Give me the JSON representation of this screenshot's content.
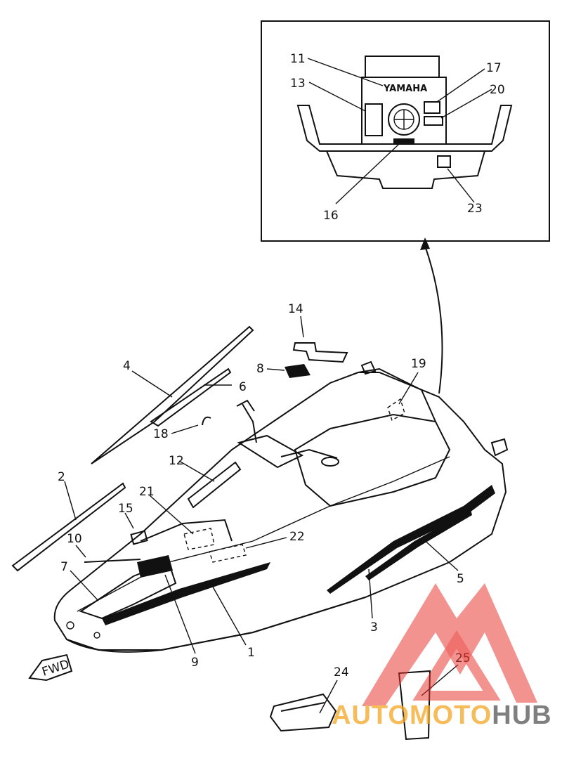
{
  "diagram": {
    "inset_brand_text": "YAMAHA",
    "direction_tag": "FWD",
    "callouts": [
      "1",
      "2",
      "3",
      "4",
      "5",
      "6",
      "7",
      "8",
      "9",
      "10",
      "11",
      "12",
      "13",
      "14",
      "15",
      "16",
      "17",
      "18",
      "19",
      "20",
      "21",
      "22",
      "23",
      "24",
      "25"
    ]
  },
  "watermark": {
    "part1": "AUTOMOTO",
    "part2": "HUB",
    "color_primary": "#f5a623",
    "color_secondary": "#555555",
    "logo_color": "#e8302c"
  }
}
